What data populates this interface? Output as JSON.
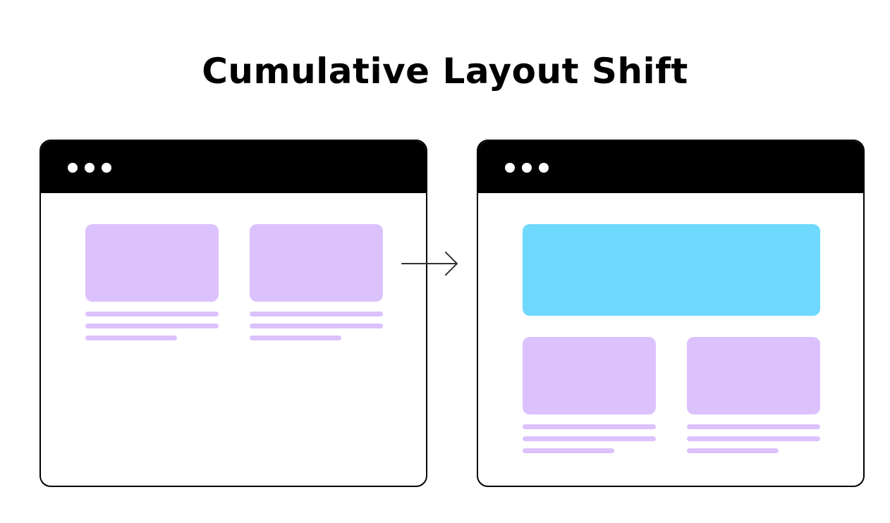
{
  "title": "Cumulative Layout Shift",
  "colors": {
    "window_border": "#000000",
    "titlebar": "#000000",
    "dots": "#ffffff",
    "content_placeholder": "#dcc2fd",
    "inserted_banner": "#6fd9fd",
    "arrow": "#333333"
  },
  "windows": [
    {
      "id": "before",
      "cards": 2,
      "has_inserted_banner": false
    },
    {
      "id": "after",
      "cards": 2,
      "has_inserted_banner": true
    }
  ],
  "icons": {
    "window_dots": "three-dots-icon",
    "transition": "arrow-right-icon"
  }
}
